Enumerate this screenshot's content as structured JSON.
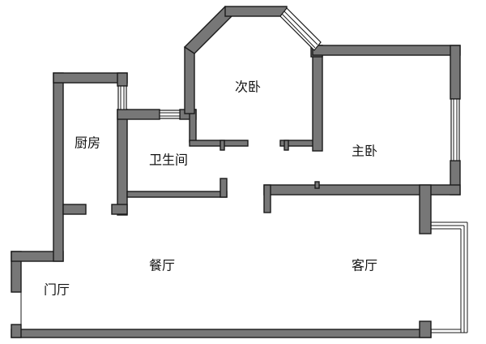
{
  "rooms": {
    "second_bedroom": "次卧",
    "kitchen": "厨房",
    "bathroom": "卫生间",
    "master_bedroom": "主卧",
    "dining_room": "餐厅",
    "living_room": "客厅",
    "foyer": "门厅"
  },
  "colors": {
    "wall_fill": "#777777",
    "wall_outline": "#1a1a1a",
    "background": "#ffffff"
  }
}
